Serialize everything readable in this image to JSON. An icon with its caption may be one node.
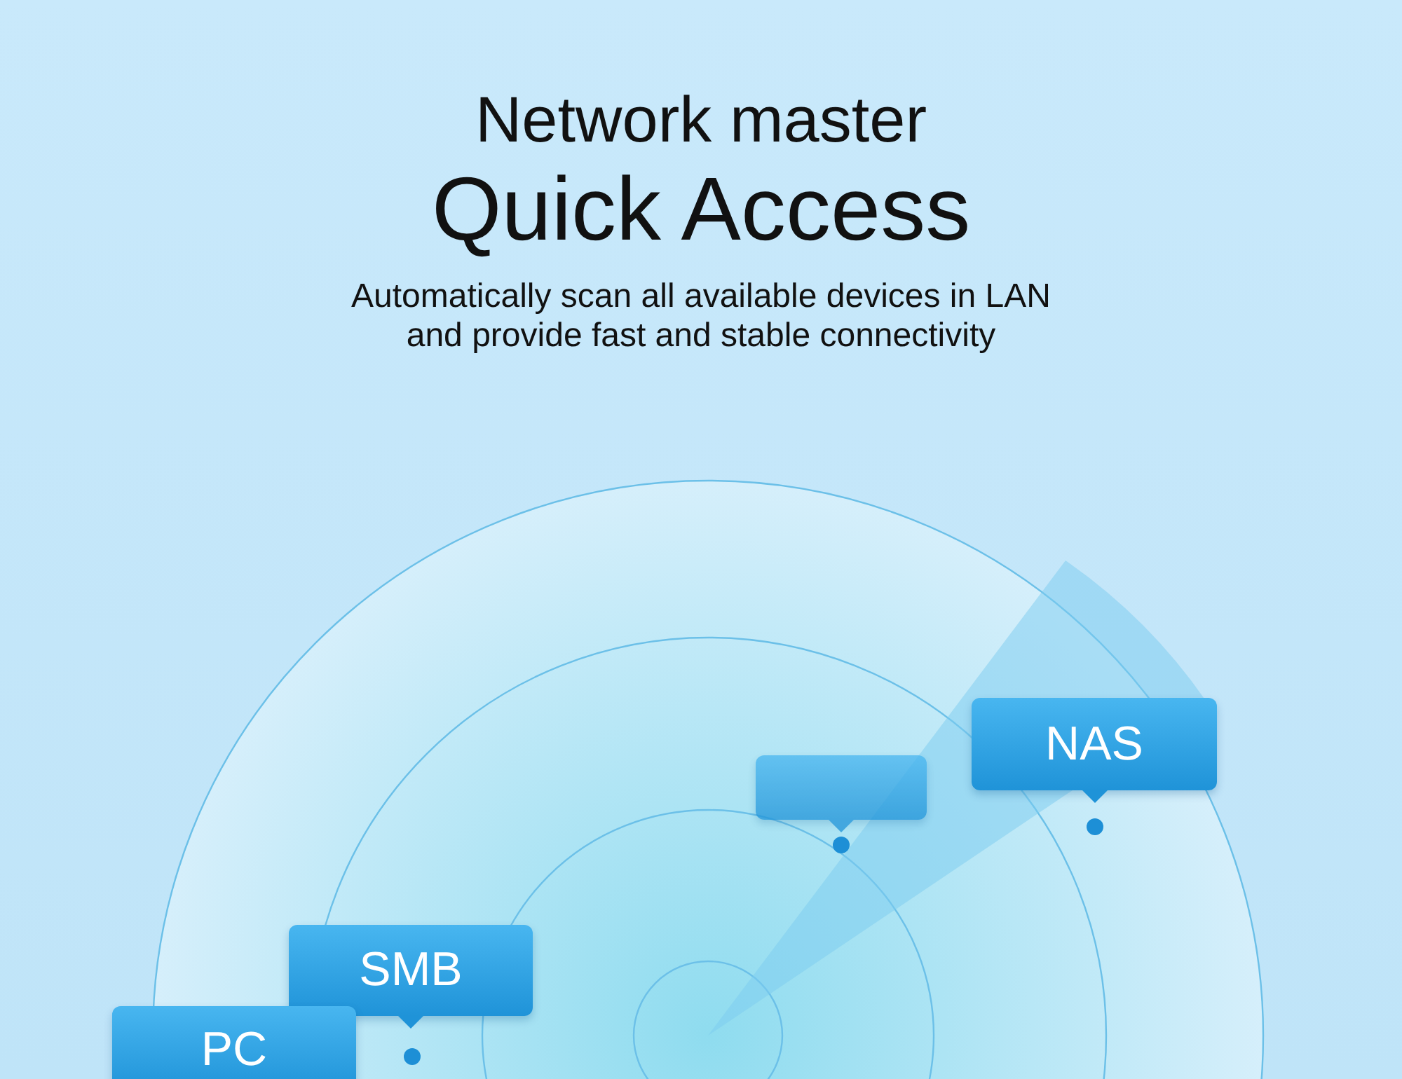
{
  "diagram": {
    "title": "Network master",
    "labels": [
      "Quick Access",
      "Automatically scan all available devices in LAN and provide fast and stable connectivity"
    ],
    "nodes": [
      {
        "text": [],
        "shape": "box"
      },
      {
        "text": [
          "NAS"
        ]
      },
      {
        "text": [
          "SMB"
        ]
      },
      {
        "text": [
          "PC"
        ]
      }
    ]
  }
}
